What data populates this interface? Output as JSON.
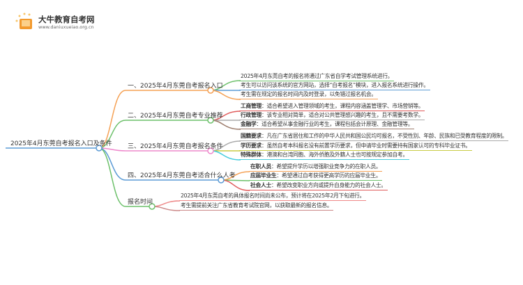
{
  "logo": {
    "title": "大牛教育自考网",
    "url": "www.daniuxueiao.org.cn"
  },
  "root": "2025年4月东莞自考报名入口及条件",
  "branches": [
    {
      "label": "一、2025年4月东莞自考报名入口",
      "color": "#f5a053",
      "leaves": [
        {
          "text": "2025年4月东莞自考的报名将通过广东省自学考试管理系统进行。",
          "color": "#6cc06a"
        },
        {
          "text": "考生可以访问该系统的官方网站，选择“自考报名”模块，进入报名系统进行操作。",
          "color": "#5b9bd5"
        },
        {
          "text": "考生需在规定的报名时间内及时登录，以免错过报名机会。",
          "color": "#f5a053"
        }
      ]
    },
    {
      "label": "二、2025年4月东莞自考专业推荐",
      "color": "#6cc06a",
      "leaves": [
        {
          "key": "工商管理",
          "text": "：适合希望进入管理领域的考生，课程内容涵盖管理学、市场营销等。",
          "color": "#e05a5a"
        },
        {
          "key": "行政管理",
          "text": "：该专业相对简单，适合对公共管理感兴趣的考生，且不需要考数学。",
          "color": "#aaaaaa"
        },
        {
          "key": "金融学",
          "text": "：适合希望从事金融行业的考生，课程包括会计原理、金融管理等。",
          "color": "#9c7b6b"
        }
      ]
    },
    {
      "label": "三、2025年4月东莞自考报名条件",
      "color": "#ee88cc",
      "leaves": [
        {
          "key": "国籍要求",
          "text": "：凡在广东省居住和工作的中华人民共和国公民均可报名，不受性别、年龄、民族和已受教育程度的限制。",
          "color": "#aaaaaa"
        },
        {
          "key": "学历要求",
          "text": "：虽然自考本科报名没有前置学历要求，但申请毕业时需要持有国家认可的专科毕业证书。",
          "color": "#c8cc44"
        },
        {
          "key": "特殊群体",
          "text": "：港澳和台湾同胞、海外侨胞及外籍人士也可按规定参加自考。",
          "color": "#44ccdd"
        }
      ]
    },
    {
      "label": "四、2025年4月东莞自考适合什么人考",
      "color": "#5b9bd5",
      "leaves": [
        {
          "key": "在职人员",
          "text": "：希望提升学历以增强职业竞争力的在职人员。",
          "color": "#f5a053"
        },
        {
          "key": "应届毕业生",
          "text": "：希望通过自考获得更高学历的应届毕业生。",
          "color": "#6cc06a"
        },
        {
          "key": "社会人士",
          "text": "：希望改变职业方向或提升自身能力的社会人士。",
          "color": "#e05a5a"
        }
      ]
    },
    {
      "label": "报名时间",
      "color": "#6cc06a",
      "leaves": [
        {
          "text": "2025年4月东莞自考的具体报名时间尚未公布，预计将在2025年2月下旬进行。",
          "color": "#ee8888"
        },
        {
          "text": "考生需提前关注广东省教育考试院官网，以获取最新的报名信息。",
          "color": "#cc8888"
        }
      ]
    }
  ]
}
